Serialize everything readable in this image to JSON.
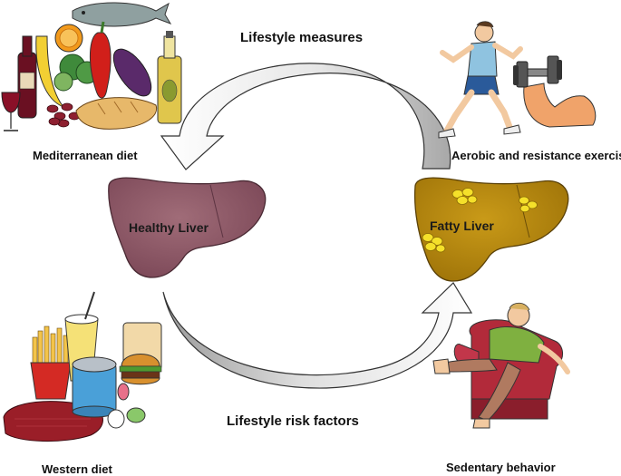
{
  "labels": {
    "top_title": "Lifestyle measures",
    "bottom_title": "Lifestyle risk factors",
    "mediterranean_diet": "Mediterranean diet",
    "exercise": "Aerobic and resistance exercise",
    "western_diet": "Western diet",
    "sedentary": "Sedentary behavior"
  },
  "livers": {
    "healthy": {
      "label": "Healthy Liver",
      "color": "#8e5a67"
    },
    "fatty": {
      "label": "Fatty Liver",
      "color": "#b88a10",
      "fat_color": "#f2df1e"
    }
  },
  "arrow_colors": {
    "light": "#ffffff",
    "shade": "#b0b0b0",
    "stroke": "#333333"
  },
  "icons": {
    "mediterranean": "mediterranean-food-icon",
    "exercise_runner": "runner-icon",
    "exercise_dumbbell": "dumbbell-arm-icon",
    "western": "fast-food-icon",
    "sedentary": "person-armchair-icon"
  }
}
